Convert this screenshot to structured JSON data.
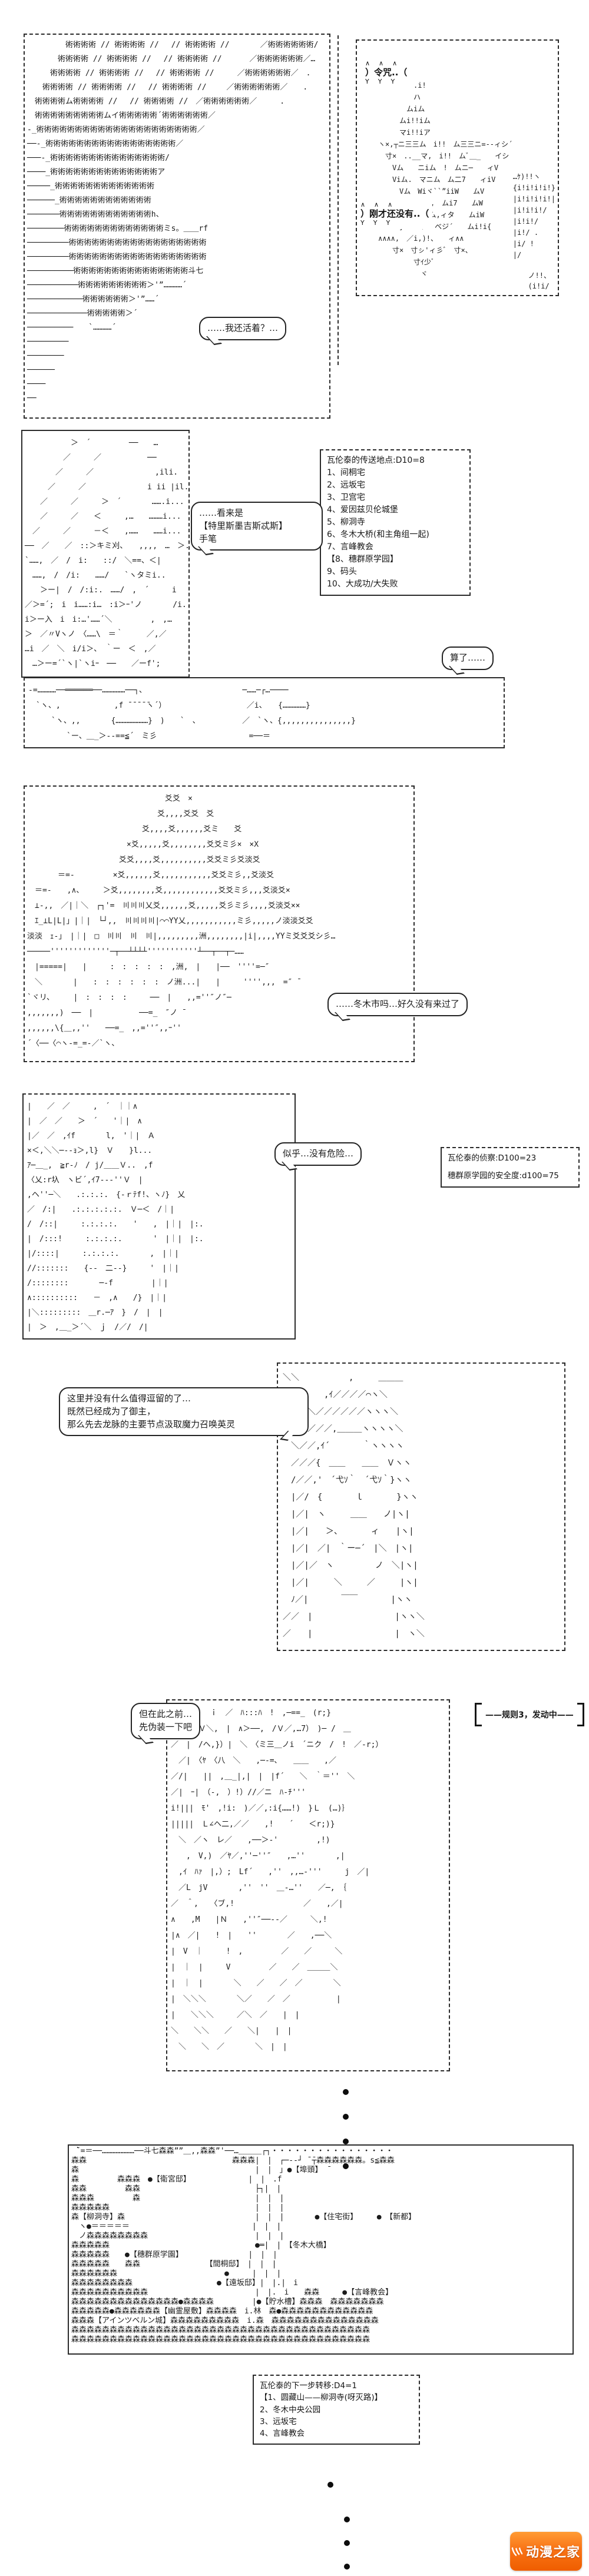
{
  "page": {
    "bg": "#ffffff",
    "ink": "#1b1b1b",
    "accent_logo": "#f97316"
  },
  "bubbles": {
    "alive": "……我还活着？…",
    "seems_l1": "……看来是",
    "seems_l2": "【特里斯墨吉斯忒斯】",
    "seems_l3": "手笔",
    "forget_it": "算了……",
    "fuyuki": "……冬木市吗…好久没有来过了",
    "no_danger": "似乎…没有危险…",
    "leave_l1": "这里并没有什么值得逗留的了…",
    "leave_l2": "既然已经成为了御主，",
    "leave_l3": "那么先去龙脉的主要节点汲取魔力召唤英灵",
    "disguise_l1": "但在此之前…",
    "disguise_l2": "先伪装一下吧",
    "burst_command_seal": "令咒",
    "burst_just_now": "刚才还没有",
    "burst_spikes_top": "∧　∧　∧",
    "burst_spikes_bottom": "Y　Y　Y"
  },
  "notes": {
    "teleport": {
      "title": "瓦伦泰的传送地点:D10=8",
      "items": [
        "1、间桐宅",
        "2、远坂宅",
        "3、卫宫宅",
        "4、爱因兹贝伦城堡",
        "5、柳洞寺",
        "6、冬木大桥(和主角组一起)",
        "7、言峰教会",
        "【8、穗群原学园】",
        "9、码头",
        "10、大成功/大失败"
      ]
    },
    "scout": {
      "line1": "瓦伦泰的侦察:D100=23",
      "line2": "穗群原学园的安全度:d100=75"
    },
    "rule": "——规则3，发动中——",
    "next_move": {
      "title": "瓦伦泰的下一步转移:D4=1",
      "items": [
        "【1、圆藏山——柳洞寺(呀灭路)】",
        "2、冬木中央公园",
        "3、远坂宅",
        "4、言峰教会"
      ]
    }
  },
  "logo": {
    "text": "动漫之家",
    "swirl": "彡"
  },
  "panels": {
    "p1_rain": {
      "art": [
        "　　　　　術術術術 // 術術術術 //　 // 術術術術 //　　　　／術術術術術術/",
        "　　　　術術術術 // 術術術術 //　 // 術術術術 //　　　 ／術術術術術術／…",
        "　　　術術術術 // 術術術術 //　 // 術術術術 //　　　／術術術術術術／　.",
        "　　術術術術 // 術術術術 //　 // 術術術術 //　　 ／術術術術術術／　　.",
        "　術術術術ム術術術術 //　 // 術術術術 //　／術術術術術術／　　　.",
        "　術術術術術術術術術ムイ術術術術術´術術術術術術／",
        "-_術術術術術術術術術術術術術術術術術術術術術／",
        "──-_術術術術術術術術術術術術術術術術術／",
        "───-_術術術術術術術術術術術術術術術/",
        "────_術術術術術術術術術術術術術術ア",
        "─────_術術術術術術術術術術術術術",
        "──────_術術術術術術術術術術術術",
        "───────術術術術術術術術術術術術h、",
        "────────術術術術術術術術術術術術術ミs。＿＿rf",
        "─────────術術術術術術術術術術術術術術術術術術",
        "─────────術術術術術術術術術術術術術術術術術術",
        "──────────術術術術術術術術術術術術術術術斗七",
        "───────────術術術術術術術術術＞'”…………´",
        "────────────術術術術術術＞'”……´",
        "─────────────術術術術術＞´",
        "──────────　　`…………´",
        "─────────",
        "────────",
        "──────",
        "────",
        "──"
      ]
    },
    "p2_seal": {
      "art": [
        "　　　　　.i!",
        "　　　　　ハ",
        "　　　　ムiム",
        "　　　ムi!!iム",
        "　　　マi!!iア",
        "ヽ×,┬ニ三三ム　i!!　ム三三ニ=--ィシ´",
        "　寸×　..__マ,　i!!　ムﾞ＿_　　イシ",
        "　　Vム　　ニiム　!　ムニ─　　ィV",
        "　　Viム.　マニム　ム二7　　ィiV",
        "　　　Vム　Wiヾ``”iiW　　ムV",
        "　　　Wiム　Wi,　ムi7　　ムW",
        "　　　Wiム　マム,ィタ　　ムiW",
        "　　　}i!iム.　べジ´　　ムi!i{",
        "∧∧∧∧,　／i,)!、　　ィ∧∧",
        "　　寸×　寸ㇱ'ィ彡ﾞ　寸×、",
        "　　　　　寸ｲ少ﾞ",
        "　　　　　　ヾ"
      ],
      "bars": [
        "…ｹ)!!ヽ",
        "{i!i!i!i!}",
        "|i!i!i!i!|",
        "|i!i!i!/",
        "|i!i!/",
        "|i!/ .",
        "|i/ !",
        "|/"
      ],
      "corner": [
        "ノ!!、",
        "(i!i/"
      ]
    },
    "s2_hand": {
      "art": [
        "　　　　　　＞　´　　　　　──　　…",
        "　　　　　／　　　／　　　　　　──",
        "　　　　／　　　／　　　　　　　　,ili.",
        "　　　／　　　／　　　　　　　　i ii |il..",
        "　　／　　　／　　　＞　´　　　　…….i...",
        "　　／　　　／　　＜　　　,…　　………i...",
        "　／　　　／　　　－＜　　,……　　……i...",
        "──　／　　／　::＞キミ刈、　　,,,,　…　＞..",
        "`……,　／　/　i:　　::/　＼==、＜|",
        "　……,　/　/i:　　……/　　`ヽタミi..",
        "　　＞ー|　/　/:i:.　……/　,　´　　　i",
        "／＞=´;　i　i……:i…　:i＞ｰ'ノ　　　　/i..",
        "i＞ー入　i　i:…'……´＼　　　　　,　,…",
        "＞　／〃Vヽノ　〈……\\　＝｀　　　／,／",
        "…i　／　＼　i/i＞、　｀ー　＜　,／",
        "　…＞ー=´`ヽ|`ヽiｰ　──　　／ーf';"
      ]
    },
    "strip_road": {
      "art": [
        "-=…………──══════──……………──┐、　　　　　　　　　　　　　─……─┌…────",
        "　`ヽ、,　　　　　　　,f ̄ ̄ ̄ ̄ ̄ヽ´）　　　　　　　　　　　／i、　　{……………}",
        "　　　`ヽ、,,　　　　{…………………}　)　　`　、　　　　　　／　`ヽ、{,,,,,,,,,,,,,,,}",
        "　　　　　`ー、＿_＞--==≦´　ミ彡　　　　　　　　　　　　=──＝"
      ]
    },
    "landscape": {
      "art": [
        "　　　　　　　　　　　　　　　　　　爻爻　×",
        "　　　　　　　　　　　　　　　　　爻,,,,爻爻　爻",
        "　　　　　　　　　　　　　　　爻,,,,爻,,,,,,爻ミ　　爻",
        "　　　　　　　　　　　　　×爻,,,,,爻,,,,,,,,爻爻ミ彡×　×Χ",
        "　　　　　　　　　　　　爻爻,,,,爻,,,,,,,,,,爻爻ミ彡爻淡爻",
        "　　　　＝=-　　　　　×爻,,,,,,爻,,,,,,,,,,,爻爻ミ彡,,爻淡爻",
        "　＝=-　　,∧、　　　＞爻,,,,,,,,爻,,,,,,,,,,,,爻爻ミ彡,,,爻淡爻×",
        "　⊥-,,　／|｜＼　┌┐'=　〣〣〣乂爻,,,,,,爻,,,,,爻彡ミ彡,,,,爻淡爻××",
        "　ｴ_⊥L|L|」|｜|　└┘,,　〣〣〣〣|⌒⌒YY乂,,,,,,,,,,,ミ彡,,,,,ノ淡淡爻爻",
        "淡淡　ｪ-」　|｜|　□　〣〣　〣　〣|,,,,,,,,,洲,,,,,,,,|i|,,,,YYミ爻爻爻シ彡…",
        "─────'''''''''''''─┬──┴┴┴┴'''''''''''┴──┬──┬─……",
        "　|=====|　　|　　　:　:　:　:　:　,洲,　|　　|──　''''=─″",
        "　＼　　　　|　　:　:　:　:　:　:　ノ洲...|　　|　　　'''',,,　=″ ̄",
        "`ヾリ、　　　|　:　:　:　:　　　──　|　　,,=''″ノ″─",
        ",,,,,,,)　──　|　　　　　　──=_　″ノ ̄",
        ",,,,,,\\{＿,,''　　──=_　,,=''″,,ｰ''",
        "´〈──〈⌒ヽ-=_=-／`ヽ、"
      ]
    },
    "p5_girl": {
      "art": [
        "|　　／　／　　　,　´　｜｜∧",
        "|　／　／　　＞　´　　'｜|　∧",
        "|／　／　,ｲf　　　　l,　'｜|　Ａ",
        "×＜,＼＼─--ｮ＞,l}　Ｖ　　}l...",
        "ｱ─＿_,　≧r-ﾉ　/ j/＿＿Ｖ..　,f",
        "〈乂:r圦　ヽビ´,ｲ7---''Ｖ　|",
        ",ヘ''─＼　　.:.:.:.　{-ｒﾃf!、ヽﾉ}　乂",
        "／　/:|　　.:.:.:.:.:.　Ｖ─＜　/｜|",
        "/　/::|　　　:.:.:.:.　　'　　,　|｜|　|:.",
        "|　/:::!　　　:.:.:.:.　　　　'　|｜|　|:.",
        "|/::::|　　　:.:.:.:.　　　　,　|｜|",
        "//:::::::　　{--　二--}　　　'　|｜|",
        "/::::::::　　　　─-f　　　　　|｜|",
        "∧::::::::::　　－　,∧　　/}　|｜|",
        "|＼:::::::::　＿r.─ｱ　}　/　|　|",
        "|　＞　,＿_＞´＼　ｊ　/／/　/|"
      ]
    },
    "p7_face": {
      "art": [
        "＼＼　　　　　　,　　　＿＿＿",
        "　＼＼　　,ｲ／／／／⌒ヽ＼",
        "　＼＼＼／／／／／／ヽヽヽ＼",
        "　＼＼／／／,＿＿＿ヽヽヽヽ＼",
        "　＼／／,ｲ´　　　　｀ヽヽヽヽ",
        "　／／／{　＿＿　　＿＿　Ｖヽヽ",
        "　/／／,'　´弋ｿ｀　´弋ｿ｀}ヽヽ",
        "　|／/　{　　　　ｌ　　　　}ヽヽ",
        "　|／|　ヽ　　　＿＿　　ノ|ヽ|",
        "　|／|　　＞、　　　　ィ　　|ヽ|",
        "　|／|　／|　｀ー─´　|＼　|ヽ|",
        "　|／|／　ヽ　　　　　ノ　＼|ヽ|",
        "　|／|　　　＼　　　／　　　|ヽ|",
        "　ﾉ／|　　　　￣￣　　　　|ヽヽ",
        "／／　|　　　　　　　　　　|ヽヽ＼",
        "／　　|　　　　　　　　　　|　ヽ＼"
      ]
    },
    "p6_figure": {
      "art": [
        "　　,ｲ　　ｉ　／　ﾊ:::ﾊ　!　,─==_　(r;}",
        "／　|　Ｖ＼,　|　∧＞──,　/Ｖ／,…7）　)─ /　＿",
        "／　|　/ヘ,}）|　＼　〈ミ三＿ノi　´ニク　/　!　／-r;）",
        "　／|　〈ﾔ　〈八　＼　　,─-=､　　＿＿　　,／",
        "／/|　　||　,＿_|,|　|　|f´　　＼　｀＝''　＼",
        "／|　ｰ|　（-,　）!）//／ニ　ﾊ-ﾁ'''",
        "i!|||　ﾓ'　,!i:　)／／,:i{……!)　}Ｌ　(…)｝",
        "|||||　Ｌ∠ヘ二,／／　　,!　　´　　＜r;)}",
        "　＼　／ヽ　レ／　　,──＞-'　　　　　,!)",
        "　　,　V,)　／ﾔ／,''─''″　　,…''　　　　,|",
        "　,ｲ　ﾊｧ　|,）;　Lf´　　,''　,,…-'''　　　j　／|",
        "　／L　jV　　　　,''　''　＿-…''　　／─,　｛",
        "／　＾,　　〈ブ,!　　　　　　　　　／　　,／|",
        "∧　　,M　　|Ｎ　　,''″──--／　　　＼,!",
        "|∧　／|　　!　|　　''　　　　／　　,──＼",
        "|　V　｜　　　!　,　　　　　／　　／　　　＼",
        "|　｜　|　　　V　　　　　／　　／　＿＿＿＼",
        "|　｜　|　　　　＼　　／　　／　／　　　　＼",
        "|　＼＼＼　　　　＼／　　／　／　　　　　　|",
        "|　　＼＼＼　　　／＼　／　　|　|",
        "＼　　＼＼　　／　　＼|　　|　|",
        "　＼　　＼　／　　　　＼　|　|"
      ]
    },
    "map": {
      "art": [
        " ̄`=＝──…………………──斗七森森””＿,,森森”'──…＿＿＿┌┐・・・・・・・・・・・・・・・・",
        "森森　　　　　　　　　　　　　　　　　　　森森森|　|　┌─--┘ ̄ ̄┬森森森森森森。s≦森森",
        "森　　　　　　　　　　　　　　　　　　　　　　　|　|　」●【埠頭】 ̄",
        "森　　　　　森森森　●【衛宮邸】　　　　　　　　|　|　.f",
        "森森　　　　　森森　　　　　　　　　　　　　　　├┐|　|",
        "森森森　　　　　森　　　　　　　　　　　　　　　|　|　|",
        "森森森森森　　　　　　　　　　　　　　　　　　　|　|　|",
        "森【柳洞寺】森　　　　　　　　　　　　　　　　　|　|　|　　　　●【住宅街】　　　●　【新都】",
        "　ヽ●＝＝＝＝＝　　　　　　　　　　　　　　　　|　|　|",
        "　ノ森森森森森森森森　　　　　　　　　　　　　　|　|　|",
        "森森森森森　　　　　　　　　　　　　　　　　　　●═|　|　【冬木大橋】",
        "森森森森森　　●【穗群原学園】　　　　　　　　　|　|　|",
        "森森森森森　　森森　　　　　　　　　【間桐邸】　|　|　|",
        "森森森森森森　　　　　　　　　　　　　　●　　　|　|　|",
        "森森森森森森森森　　　　　　　　　　　●【遠坂邸】|　|.|　i",
        "森森森森森森森森森森　　　　　　　　　　　　　　|　|.　i　　森森　　　●【言峰教会】",
        "森森森森森森森森森森森森森森●森森森森　　　　　|●【貯水槽】森森森　森森森森森森森",
        "森森森森森●森森森森森森【幽霊屋敷】森森森森　i.林　森●森森森森森森森森森森森森",
        "森森森【アインツベルン城】森森森森森森森森森　i.森　森森森森森森森森森森森森森森",
        "森森森森森森森森森森森森森森森森森森森森森森森森森森森森森森森森森森森森森森森",
        "森森森森森森森森森森森森森森森森森森森森森森森森森森森森森森森森森森森森森森森"
      ]
    }
  }
}
